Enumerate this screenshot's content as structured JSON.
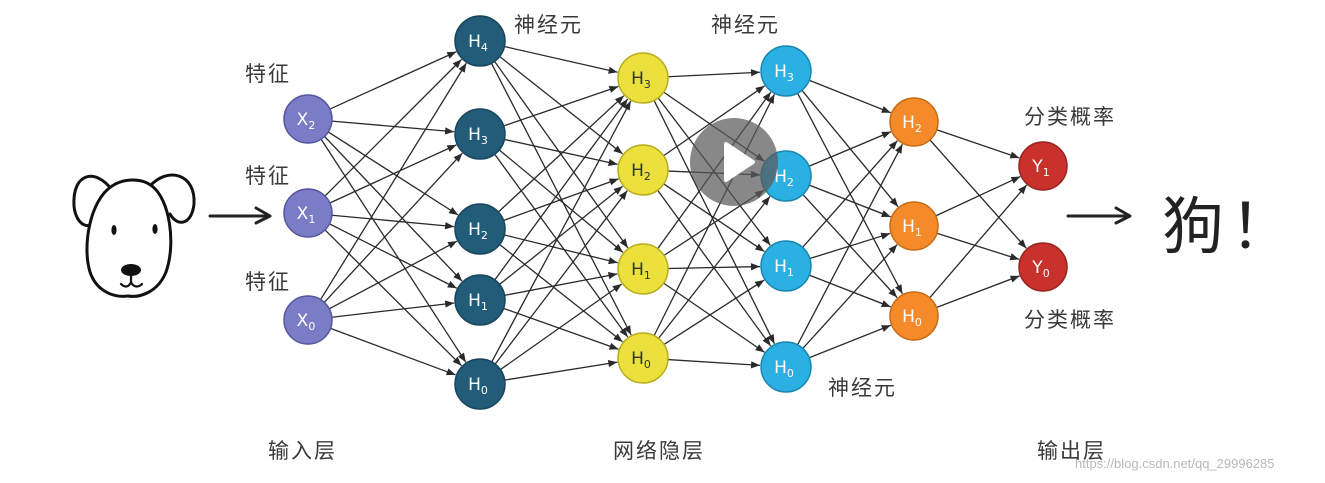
{
  "layers": [
    {
      "id": "input",
      "color": "#7b7cc6",
      "stroke": "#5556a0",
      "nodes": [
        {
          "letter": "X",
          "sub": "2"
        },
        {
          "letter": "X",
          "sub": "1"
        },
        {
          "letter": "X",
          "sub": "0"
        }
      ]
    },
    {
      "id": "hidden1",
      "color": "#225c78",
      "stroke": "#17455c",
      "nodes": [
        {
          "letter": "H",
          "sub": "4"
        },
        {
          "letter": "H",
          "sub": "3"
        },
        {
          "letter": "H",
          "sub": "2"
        },
        {
          "letter": "H",
          "sub": "1"
        },
        {
          "letter": "H",
          "sub": "0"
        }
      ]
    },
    {
      "id": "hidden2",
      "color": "#ece13c",
      "stroke": "#b9ad1e",
      "text_color": "#333333",
      "nodes": [
        {
          "letter": "H",
          "sub": "3"
        },
        {
          "letter": "H",
          "sub": "2"
        },
        {
          "letter": "H",
          "sub": "1"
        },
        {
          "letter": "H",
          "sub": "0"
        }
      ]
    },
    {
      "id": "hidden3",
      "color": "#2ab0e2",
      "stroke": "#1b86b0",
      "nodes": [
        {
          "letter": "H",
          "sub": "3"
        },
        {
          "letter": "H",
          "sub": "2"
        },
        {
          "letter": "H",
          "sub": "1"
        },
        {
          "letter": "H",
          "sub": "0"
        }
      ]
    },
    {
      "id": "hidden4",
      "color": "#f58a2a",
      "stroke": "#c96a16",
      "nodes": [
        {
          "letter": "H",
          "sub": "2"
        },
        {
          "letter": "H",
          "sub": "1"
        },
        {
          "letter": "H",
          "sub": "0"
        }
      ]
    },
    {
      "id": "output",
      "color": "#c8312c",
      "stroke": "#962420",
      "nodes": [
        {
          "letter": "Y",
          "sub": "1"
        },
        {
          "letter": "Y",
          "sub": "0"
        }
      ]
    }
  ],
  "labels": {
    "feature": "特征",
    "neuron": "神经元",
    "class_prob": "分类概率",
    "input_layer": "输入层",
    "hidden_layers": "网络隐层",
    "output_layer": "输出层",
    "result": "狗！",
    "watermark": "https://blog.csdn.net/qq_29996285"
  },
  "icons": {
    "dog": "dog-face-drawing",
    "play": "play-icon",
    "arrow": "right-arrow"
  }
}
